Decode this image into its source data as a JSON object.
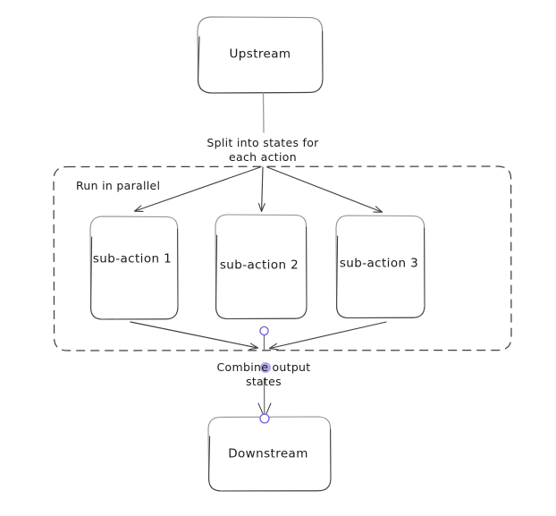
{
  "diagram": {
    "type": "flowchart",
    "background_color": "#ffffff",
    "stroke_color": "#3f3f3f",
    "soft_stroke_color": "#9a9a9a",
    "text_color": "#1a1a1a",
    "marker_ring_color": "#6c63d8",
    "marker_dot_color": "#b4a7e8",
    "nodes": [
      {
        "id": "upstream",
        "label": "Upstream",
        "shape": "rounded-rect"
      },
      {
        "id": "sub1",
        "label": "sub-action 1",
        "shape": "rounded-rect"
      },
      {
        "id": "sub2",
        "label": "sub-action 2",
        "shape": "rounded-rect"
      },
      {
        "id": "sub3",
        "label": "sub-action 3",
        "shape": "rounded-rect"
      },
      {
        "id": "downstream",
        "label": "Downstream",
        "shape": "rounded-rect"
      }
    ],
    "group": {
      "id": "parallel-group",
      "label": "Run in parallel",
      "shape": "dashed-rounded-rect"
    },
    "edge_labels": [
      {
        "id": "split",
        "line1": "Split into states for",
        "line2": "each action"
      },
      {
        "id": "combine",
        "line1": "Combine output",
        "line2": "states"
      }
    ]
  }
}
